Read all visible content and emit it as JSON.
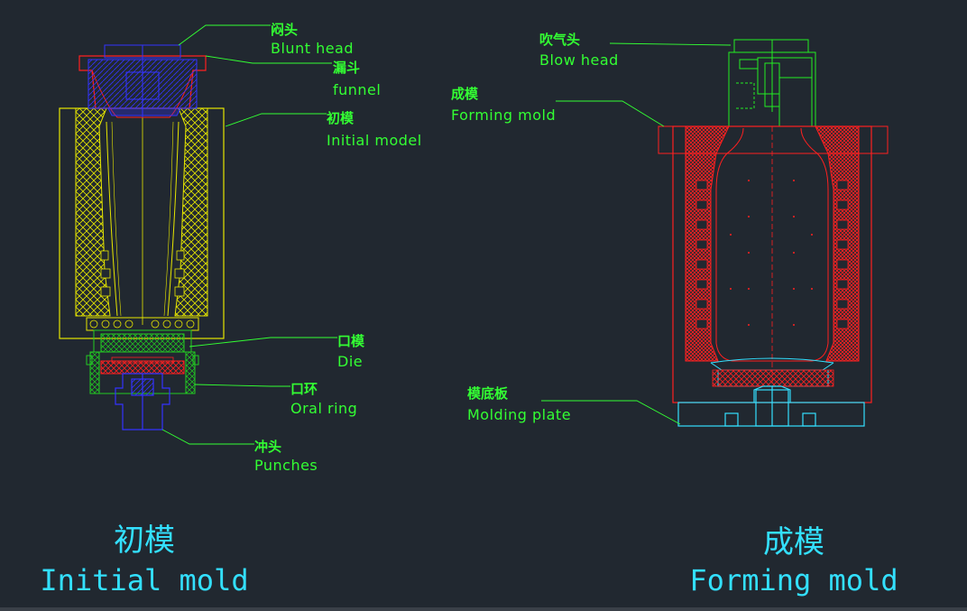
{
  "initial_mold": {
    "title_cn": "初模",
    "title_en": "Initial mold",
    "labels": [
      {
        "cn": "闷头",
        "en": "Blunt head"
      },
      {
        "cn": "漏斗",
        "en": "funnel"
      },
      {
        "cn": "初模",
        "en": "Initial model"
      },
      {
        "cn": "口模",
        "en": "Die"
      },
      {
        "cn": "口环",
        "en": "Oral ring"
      },
      {
        "cn": "冲头",
        "en": "Punches"
      }
    ]
  },
  "forming_mold": {
    "title_cn": "成模",
    "title_en": "Forming mold",
    "labels": [
      {
        "cn": "吹气头",
        "en": "Blow head"
      },
      {
        "cn": "成模",
        "en": "Forming mold"
      },
      {
        "cn": "模底板",
        "en": "Molding plate"
      }
    ]
  },
  "colors": {
    "background": "#212830",
    "label_text": "#33ff33",
    "title_text": "#33e0ff",
    "initial_mold_body": "#e6e600",
    "forming_mold_body": "#ff2020",
    "blunt_head": "#3333ff",
    "die_ring": "#22cc22",
    "blow_head": "#22ee22",
    "molding_plate": "#33e0ff"
  }
}
